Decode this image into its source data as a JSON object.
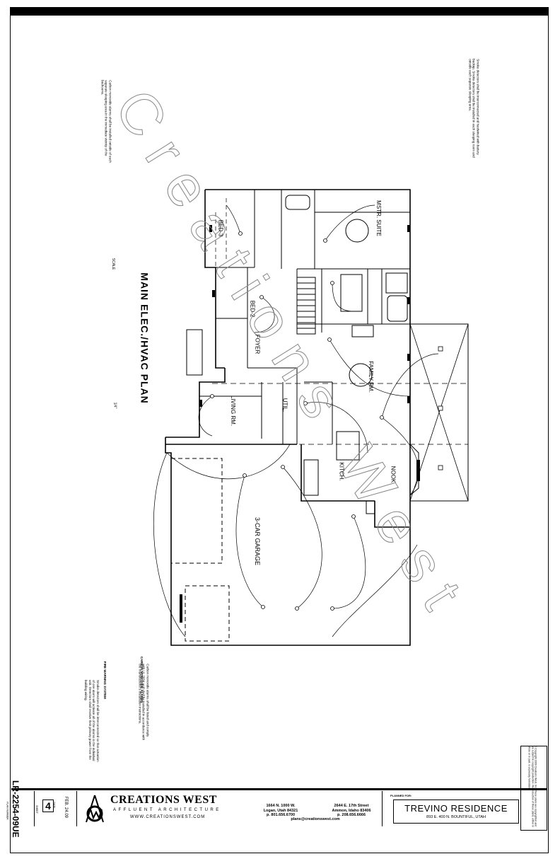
{
  "sheet": {
    "title": "MAIN ELEC./HVAC PLAN",
    "scale_label": "SCALE",
    "scale_value": "1/4\"",
    "watermark": "Creations West"
  },
  "rooms": {
    "bed3": "BED-3",
    "mstr_suite": "MSTR. SUITE",
    "bed2": "BED-2",
    "foyer": "FOYER",
    "family": "FAMILY RM.",
    "living": "LIVING RM.",
    "util": "UTIL.",
    "kitch": "KITCH.",
    "nook": "NOOK",
    "garage": "3-CAR GARAGE"
  },
  "notes": {
    "top_right": "Smoke detectors shall be interconnected and hardwired with battery backup. Smoke detectors shall be installed in each sleeping room and outside each separate sleeping area.",
    "top_left": "Carbon monoxide alarms shall be installed outside of each separate sleeping area in the immediate vicinity of the bedrooms.",
    "carbon_title": "CARBON MONOXIDE ALARMS",
    "carbon_body": "Carbon monoxide alarms shall be listed and comply with UL 2034 and shall be installed in accordance with the manufacturer's installation instructions.",
    "fire_title": "FIRE WARNING SYSTEM",
    "fire_body": "Smoke detectors shall be interconnected so that actuation of one alarm will activate all of the alarms in the individual unit. Detectors shall receive their primary power from the building wiring."
  },
  "title_block": {
    "company": "CREATIONS WEST",
    "tagline": "AFFLUENT ARCHITECTURE",
    "website": "WWW.CREATIONSWEST.COM",
    "office1_line1": "1664 N. 1000 W.",
    "office1_line2": "Logan, Utah 84321",
    "office1_line3": "p. 801.656.6700",
    "office2_line1": "2644 E. 17th Street",
    "office2_line2": "Ammon, Idaho 83406",
    "office2_line3": "p. 208.656.6666",
    "email": "plans@creationswest.com",
    "planned_for_label": "PLANNED FOR:",
    "client": "TREVINO RESIDENCE",
    "address": "893 E. 400 N. BOUNTIFUL, UTAH",
    "plan_label": "PLAN NUMBER",
    "plan_number": "LR-2254-09UE",
    "date_label": "DATE",
    "date": "FEB. 24.09",
    "sheet_label": "SHEET",
    "sheet_number": "4",
    "copyright": "© Copyright 2009 Creations West, Inc. These plans are copyrighted and are subject to copyright protection. Reproduction of these plans, either in whole or in part, is expressly forbidden."
  }
}
